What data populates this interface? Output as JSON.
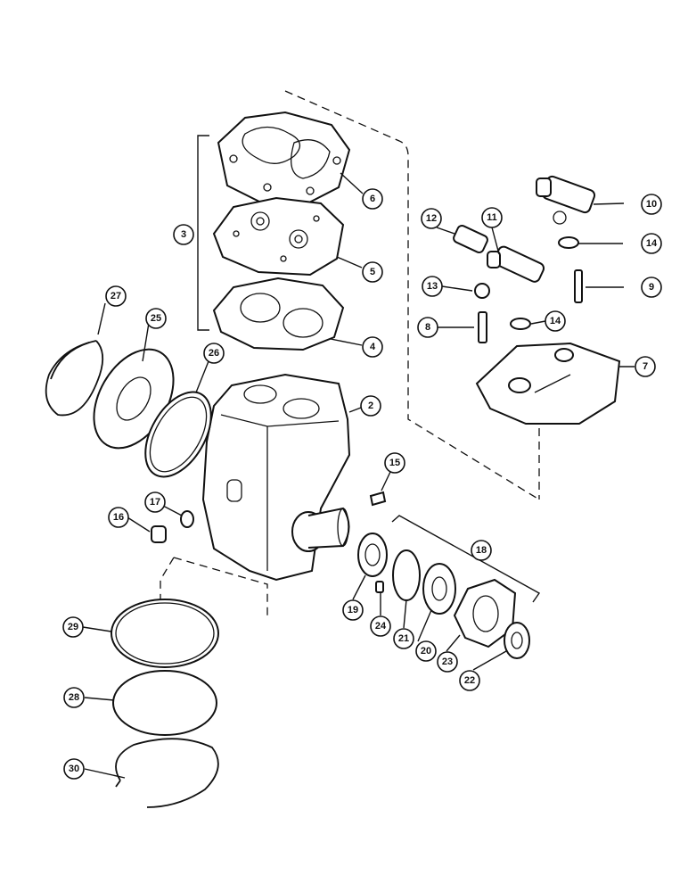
{
  "callouts": [
    {
      "id": "c6",
      "label": "6"
    },
    {
      "id": "c3",
      "label": "3"
    },
    {
      "id": "c5",
      "label": "5"
    },
    {
      "id": "c4",
      "label": "4"
    },
    {
      "id": "c2",
      "label": "2"
    },
    {
      "id": "c27",
      "label": "27"
    },
    {
      "id": "c25",
      "label": "25"
    },
    {
      "id": "c26",
      "label": "26"
    },
    {
      "id": "c10",
      "label": "10"
    },
    {
      "id": "c12",
      "label": "12"
    },
    {
      "id": "c11",
      "label": "11"
    },
    {
      "id": "c14a",
      "label": "14"
    },
    {
      "id": "c13",
      "label": "13"
    },
    {
      "id": "c9",
      "label": "9"
    },
    {
      "id": "c8",
      "label": "8"
    },
    {
      "id": "c14b",
      "label": "14"
    },
    {
      "id": "c7",
      "label": "7"
    },
    {
      "id": "c15",
      "label": "15"
    },
    {
      "id": "c17",
      "label": "17"
    },
    {
      "id": "c16",
      "label": "16"
    },
    {
      "id": "c18",
      "label": "18"
    },
    {
      "id": "c19",
      "label": "19"
    },
    {
      "id": "c24",
      "label": "24"
    },
    {
      "id": "c21",
      "label": "21"
    },
    {
      "id": "c20",
      "label": "20"
    },
    {
      "id": "c23",
      "label": "23"
    },
    {
      "id": "c22",
      "label": "22"
    },
    {
      "id": "c29",
      "label": "29"
    },
    {
      "id": "c28",
      "label": "28"
    },
    {
      "id": "c30",
      "label": "30"
    }
  ]
}
